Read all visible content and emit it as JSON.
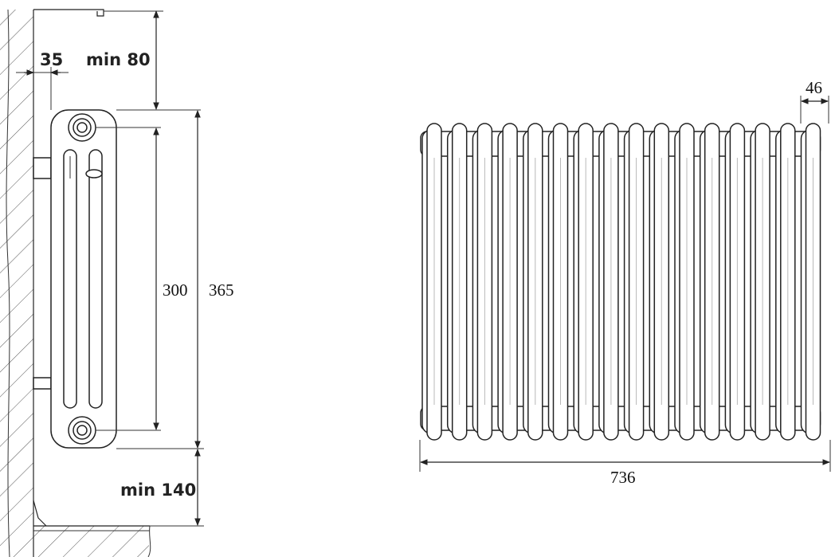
{
  "side_view": {
    "dim_depth": "35",
    "dim_top_clearance": "min 80",
    "dim_axis_distance": "300",
    "dim_height": "365",
    "dim_floor_clearance": "min 140"
  },
  "front_view": {
    "dim_section_width": "46",
    "dim_total_width": "736"
  },
  "colors": {
    "line": "#222222",
    "background": "#ffffff"
  }
}
